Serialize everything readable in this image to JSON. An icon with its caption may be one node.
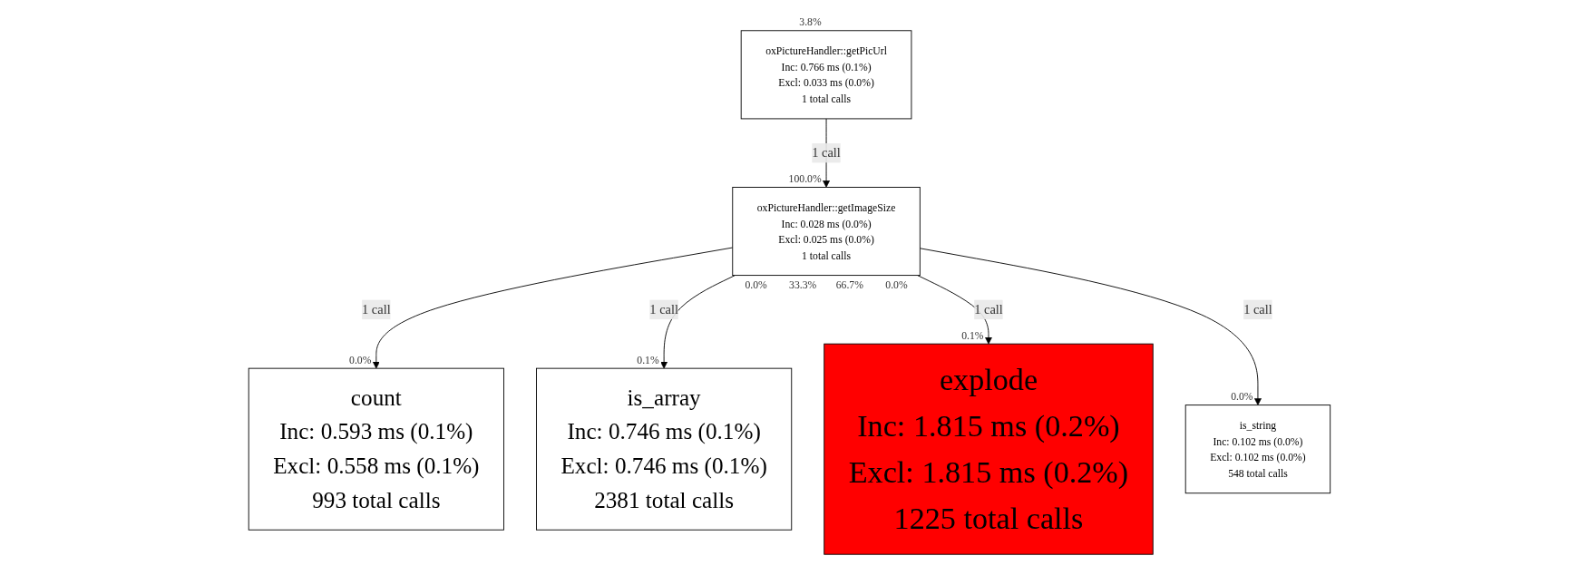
{
  "diagram": {
    "nodes": [
      {
        "text": [
          "oxPictureHandler::getPicUrl",
          "Inc: 0.766 ms (0.1%)",
          "Excl: 0.033 ms (0.0%)",
          "1 total calls"
        ],
        "beside": [
          "3.8%"
        ]
      },
      {
        "text": [
          "oxPictureHandler::getImageSize",
          "Inc: 0.028 ms (0.0%)",
          "Excl: 0.025 ms (0.0%)",
          "1 total calls"
        ],
        "beside": [
          "100.0%",
          "0.0%",
          "33.3%",
          "66.7%",
          "0.0%"
        ]
      },
      {
        "text": [
          "count",
          "Inc: 0.593 ms (0.1%)",
          "Excl: 0.558 ms (0.1%)",
          "993 total calls"
        ],
        "beside": [
          "0.0%"
        ]
      },
      {
        "text": [
          "is_array",
          "Inc: 0.746 ms (0.1%)",
          "Excl: 0.746 ms (0.1%)",
          "2381 total calls"
        ],
        "beside": [
          "0.1%"
        ]
      },
      {
        "text": [
          "explode",
          "Inc: 1.815 ms (0.2%)",
          "Excl: 1.815 ms (0.2%)",
          "1225 total calls"
        ],
        "beside": [
          "0.1%"
        ]
      },
      {
        "text": [
          "is_string",
          "Inc: 0.102 ms (0.0%)",
          "Excl: 0.102 ms (0.0%)",
          "548 total calls"
        ],
        "beside": [
          "0.0%"
        ]
      }
    ],
    "edges": [
      {
        "from": 0,
        "to": 1,
        "arrow": "to",
        "label": "1 call"
      },
      {
        "from": 1,
        "to": 2,
        "arrow": "to",
        "label": "1 call"
      },
      {
        "from": 1,
        "to": 3,
        "arrow": "to",
        "label": "1 call"
      },
      {
        "from": 1,
        "to": 4,
        "arrow": "to",
        "label": "1 call"
      },
      {
        "from": 1,
        "to": 5,
        "arrow": "to",
        "label": "1 call"
      }
    ]
  }
}
